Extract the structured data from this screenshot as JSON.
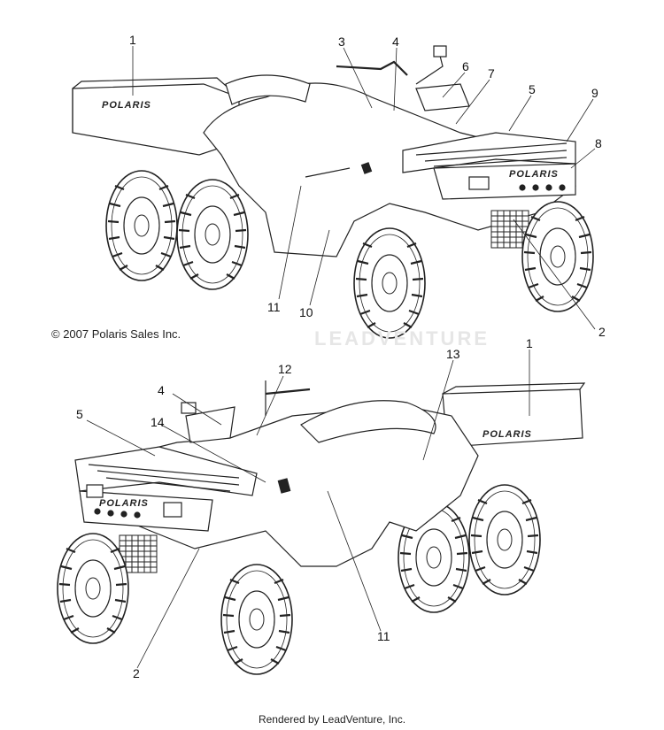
{
  "copyright": "© 2007 Polaris Sales Inc.",
  "footer": "Rendered by LeadVenture, Inc.",
  "watermark": "LEADVENTURE",
  "brand": "POLARIS",
  "callouts_top": [
    "1",
    "3",
    "4",
    "6",
    "7",
    "5",
    "9",
    "8",
    "11",
    "10",
    "2"
  ],
  "callouts_bottom": [
    "12",
    "4",
    "13",
    "1",
    "5",
    "14",
    "11",
    "2"
  ]
}
